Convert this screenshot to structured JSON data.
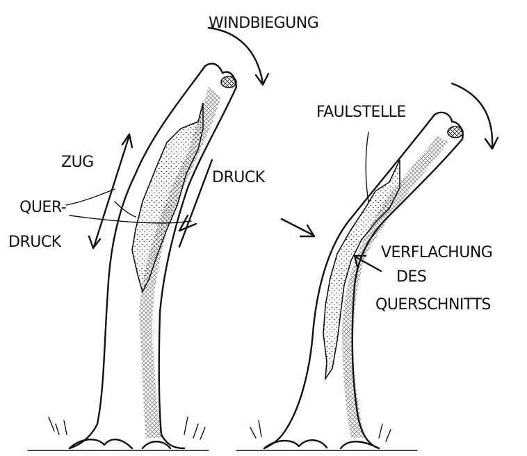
{
  "labels": {
    "windbiegung": "WINDBIEGUNG",
    "zug": "ZUG",
    "druck": "DRUCK",
    "quer_line1": "QUER-",
    "quer_line2": "DRUCK",
    "faulstelle": "FAULSTELLE",
    "verflachung_line1": "VERFLACHUNG",
    "verflachung_line2": "DES",
    "verflachung_line3": "QUERSCHNITTS"
  },
  "colors": {
    "ink": "#111111",
    "background": "#ffffff",
    "rot_fill": "#f4f1ea"
  }
}
